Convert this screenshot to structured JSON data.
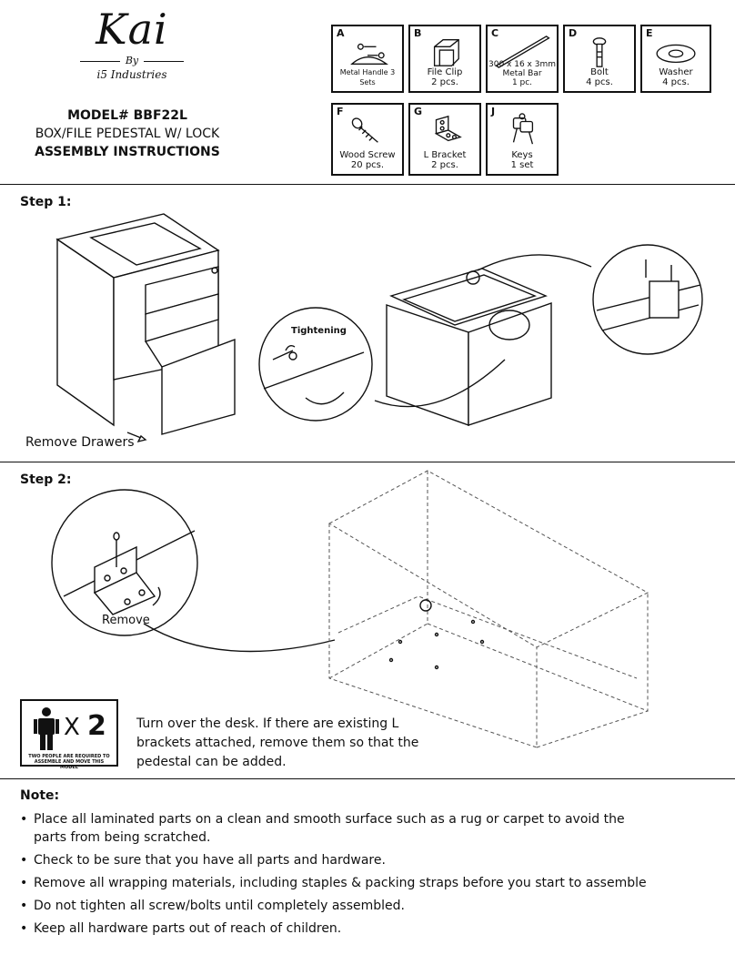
{
  "brand": {
    "name": "Kai",
    "by": "By",
    "company": "i5 Industries"
  },
  "title": {
    "model": "MODEL# BBF22L",
    "product": "BOX/FILE PEDESTAL W/ LOCK",
    "subtitle": "ASSEMBLY INSTRUCTIONS"
  },
  "parts": [
    {
      "letter": "A",
      "name": "Metal Handle 3 Sets",
      "qty": "",
      "icon": "handle-icon"
    },
    {
      "letter": "B",
      "name": "File Clip",
      "qty": "2 pcs.",
      "icon": "file-clip-icon"
    },
    {
      "letter": "C",
      "name": "300 x 16 x 3mm Metal Bar",
      "qty": "1 pc.",
      "icon": "metal-bar-icon"
    },
    {
      "letter": "D",
      "name": "Bolt",
      "qty": "4 pcs.",
      "icon": "bolt-icon"
    },
    {
      "letter": "E",
      "name": "Washer",
      "qty": "4 pcs.",
      "icon": "washer-icon"
    },
    {
      "letter": "F",
      "name": "Wood Screw",
      "qty": "20 pcs.",
      "icon": "wood-screw-icon"
    },
    {
      "letter": "G",
      "name": "L Bracket",
      "qty": "2 pcs.",
      "icon": "l-bracket-icon"
    },
    {
      "letter": "J",
      "name": "Keys",
      "qty": "1 set",
      "icon": "keys-icon"
    }
  ],
  "step1": {
    "title": "Step 1:",
    "caption": "Remove Drawers",
    "detail_label": "Tightening"
  },
  "step2": {
    "title": "Step 2:",
    "detail_label": "Remove",
    "people_multiplier": "X",
    "people_count": "2",
    "people_note": "TWO PEOPLE ARE REQUIRED TO ASSEMBLE AND MOVE THIS MODEL",
    "instruction": "Turn over the desk. If there are existing L brackets attached, remove them so that the pedestal can be added."
  },
  "notes": {
    "title": "Note:",
    "items": [
      "Place all laminated parts on a clean and smooth surface such as a rug or carpet to avoid the parts from being scratched.",
      "Check to be sure that you have all parts and hardware.",
      "Remove all wrapping materials, including staples & packing straps before you start to assemble",
      "Do not tighten all screw/bolts until completely assembled.",
      "Keep all hardware parts out of reach of children."
    ]
  }
}
